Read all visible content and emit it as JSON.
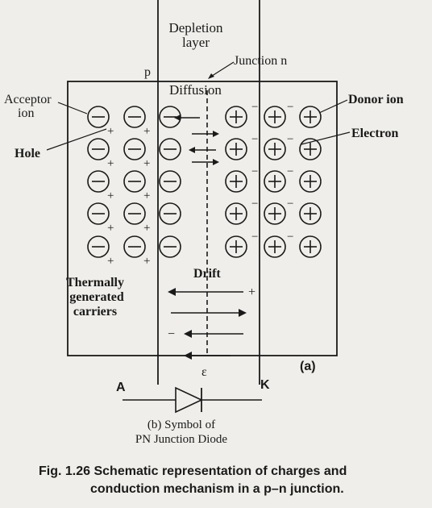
{
  "top": {
    "depletion_line1": "Depletion",
    "depletion_line2": "layer",
    "p_label": "p",
    "junction_label": "Junction n",
    "diffusion_label": "Diffusion"
  },
  "labels": {
    "acceptor_line1": "Acceptor",
    "acceptor_line2": "ion",
    "hole": "Hole",
    "donor": "Donor ion",
    "electron": "Electron",
    "thermal_line1": "Thermally",
    "thermal_line2": "generated",
    "thermal_line3": "carriers",
    "drift": "Drift",
    "epsilon": "ε",
    "part_a": "(a)"
  },
  "diode": {
    "anode": "A",
    "cathode": "K",
    "caption_line1": "(b) Symbol of",
    "caption_line2": "PN Junction Diode"
  },
  "figure_caption": {
    "line1": "Fig. 1.26 Schematic representation of charges and",
    "line2": "conduction mechanism in a p–n junction."
  },
  "diagram": {
    "rows": 5,
    "acceptor_columns": 3,
    "donor_columns": 3,
    "acceptor_symbol": "minus-circle",
    "donor_symbol": "plus-circle"
  }
}
